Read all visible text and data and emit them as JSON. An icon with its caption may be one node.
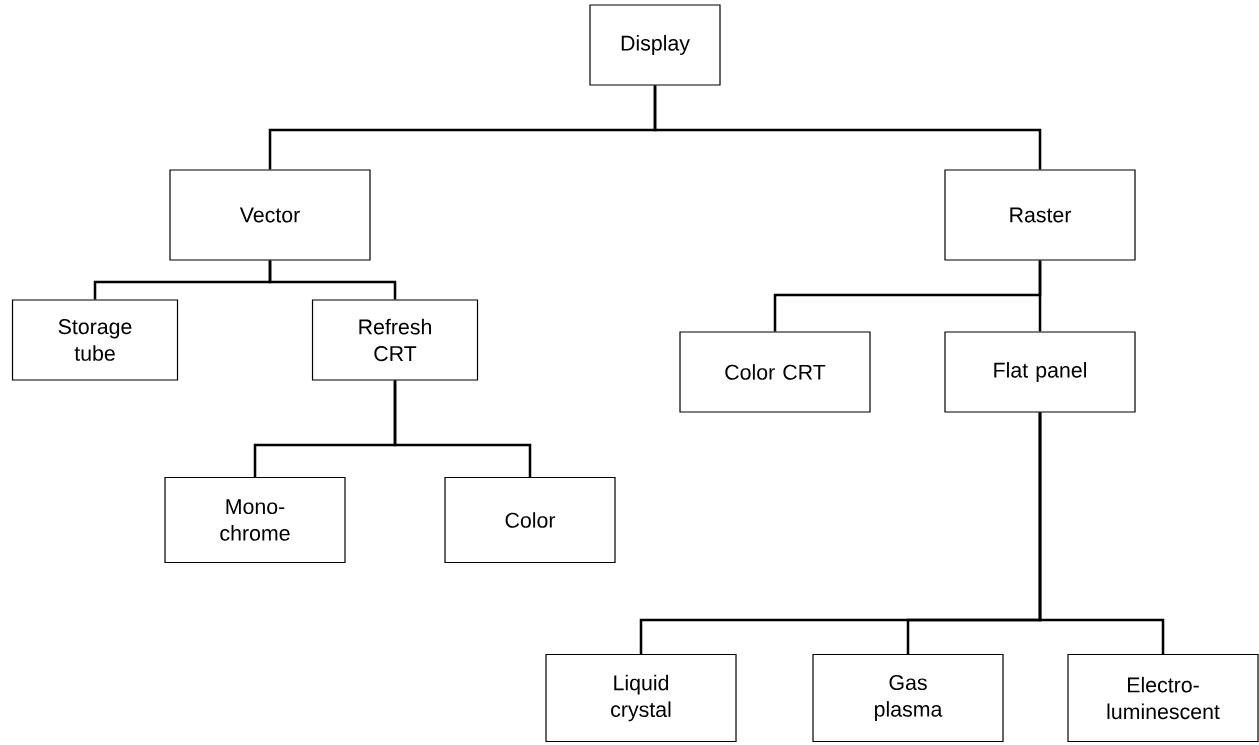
{
  "diagram": {
    "nodes": [
      {
        "text": [
          "Display"
        ]
      },
      {
        "text": [
          "Vector"
        ]
      },
      {
        "text": [
          "Raster"
        ]
      },
      {
        "text": [
          "Storage tube"
        ]
      },
      {
        "text": [
          "Refresh CRT"
        ]
      },
      {
        "text": [
          "Color CRT"
        ]
      },
      {
        "text": [
          "Flat panel"
        ]
      },
      {
        "text": [
          "Mono- chrome"
        ]
      },
      {
        "text": [
          "Color"
        ]
      },
      {
        "text": [
          "Liquid crystal"
        ]
      },
      {
        "text": [
          "Gas plasma"
        ]
      },
      {
        "text": [
          "Electro- luminescent"
        ]
      }
    ],
    "edges": [
      {
        "from": 0,
        "to": 1,
        "arrow": "none"
      },
      {
        "from": 0,
        "to": 2,
        "arrow": "none"
      },
      {
        "from": 1,
        "to": 3,
        "arrow": "none"
      },
      {
        "from": 1,
        "to": 4,
        "arrow": "none"
      },
      {
        "from": 2,
        "to": 5,
        "arrow": "none"
      },
      {
        "from": 2,
        "to": 6,
        "arrow": "none"
      },
      {
        "from": 4,
        "to": 7,
        "arrow": "none"
      },
      {
        "from": 4,
        "to": 8,
        "arrow": "none"
      },
      {
        "from": 6,
        "to": 9,
        "arrow": "none"
      },
      {
        "from": 6,
        "to": 10,
        "arrow": "none"
      },
      {
        "from": 6,
        "to": 11,
        "arrow": "none"
      }
    ]
  }
}
